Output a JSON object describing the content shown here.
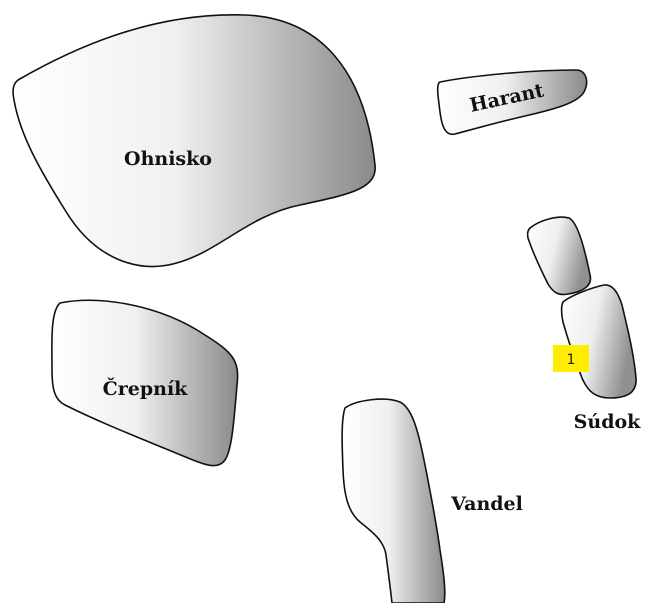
{
  "colors": {
    "background": "#ffffff",
    "piece_light": "#ffffff",
    "piece_dark": "#8a8a8a",
    "outline": "#111111",
    "marker": "#ffee00"
  },
  "pieces": [
    {
      "id": "ohnisko",
      "label": "Ohnisko"
    },
    {
      "id": "harant",
      "label": "Harant"
    },
    {
      "id": "sudok",
      "label": "Súdok"
    },
    {
      "id": "crepnik",
      "label": "Črepník"
    },
    {
      "id": "vandel",
      "label": "Vandel"
    }
  ],
  "marker": {
    "text": "1"
  }
}
